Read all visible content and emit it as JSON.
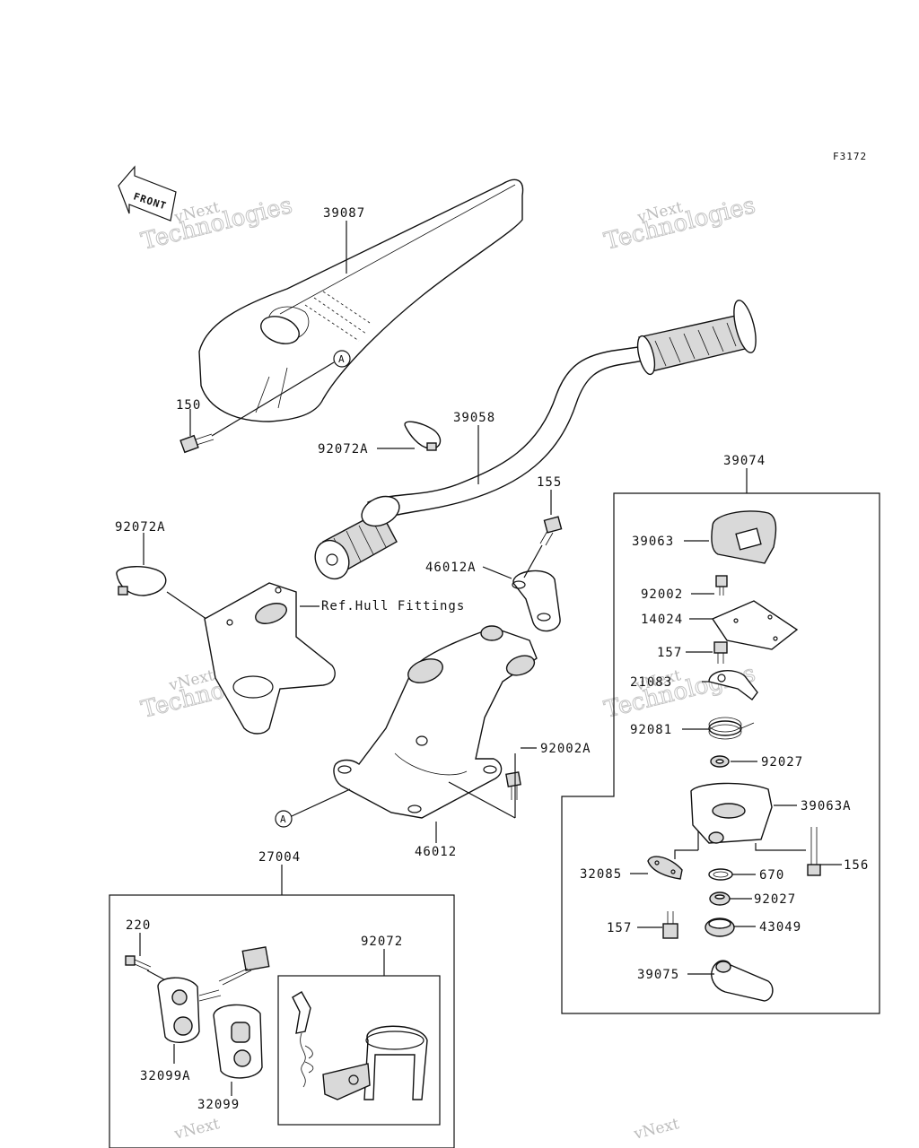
{
  "figure_code": "F3172",
  "front_label": "FRONT",
  "ref_label": "Ref.Hull Fittings",
  "watermark": {
    "line1": "vNext",
    "line2": "Technologies"
  },
  "callouts": {
    "p39087": "39087",
    "p150": "150",
    "p39058": "39058",
    "p92072A_top": "92072A",
    "p155": "155",
    "p46012A": "46012A",
    "p92072A_left": "92072A",
    "p92002A": "92002A",
    "p46012": "46012",
    "p27004": "27004",
    "p220": "220",
    "p92072": "92072",
    "p32099A": "32099A",
    "p32099": "32099",
    "p39074": "39074",
    "p39063": "39063",
    "p92002": "92002",
    "p14024": "14024",
    "p157_top": "157",
    "p21083": "21083",
    "p92081": "92081",
    "p92027_top": "92027",
    "p39063A": "39063A",
    "p156": "156",
    "p32085": "32085",
    "p670": "670",
    "p92027_bottom": "92027",
    "p157_bottom": "157",
    "p43049": "43049",
    "p39075": "39075"
  },
  "ref_markers": {
    "a_top": "A",
    "a_bottom": "A"
  }
}
